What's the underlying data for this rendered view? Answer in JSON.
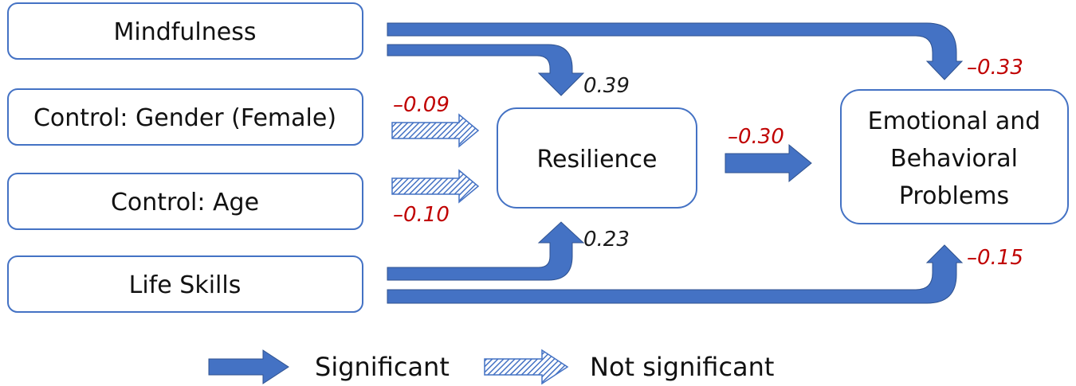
{
  "colors": {
    "arrow": "#4472c4",
    "arrow_pattern": "#4472c4",
    "node_border": "#4472c4",
    "positive_coef": "#1a1a1a",
    "negative_coef": "#c00000"
  },
  "nodes": {
    "mindfulness": "Mindfulness",
    "gender": "Control: Gender (Female)",
    "age": "Control: Age",
    "life_skills": "Life Skills",
    "resilience": "Resilience",
    "outcome": {
      "line1": "Emotional and",
      "line2": "Behavioral",
      "line3": "Problems"
    }
  },
  "paths": {
    "mindfulness_to_outcome": {
      "value": "–0.33",
      "significant": true
    },
    "mindfulness_to_resilience": {
      "value": "0.39",
      "significant": true
    },
    "gender_to_resilience": {
      "value": "–0.09",
      "significant": false
    },
    "age_to_resilience": {
      "value": "–0.10",
      "significant": false
    },
    "resilience_to_outcome": {
      "value": "–0.30",
      "significant": true
    },
    "life_skills_to_resilience": {
      "value": "0.23",
      "significant": true
    },
    "life_skills_to_outcome": {
      "value": "–0.15",
      "significant": true
    }
  },
  "legend": {
    "significant": "Significant",
    "not_significant": "Not significant"
  }
}
